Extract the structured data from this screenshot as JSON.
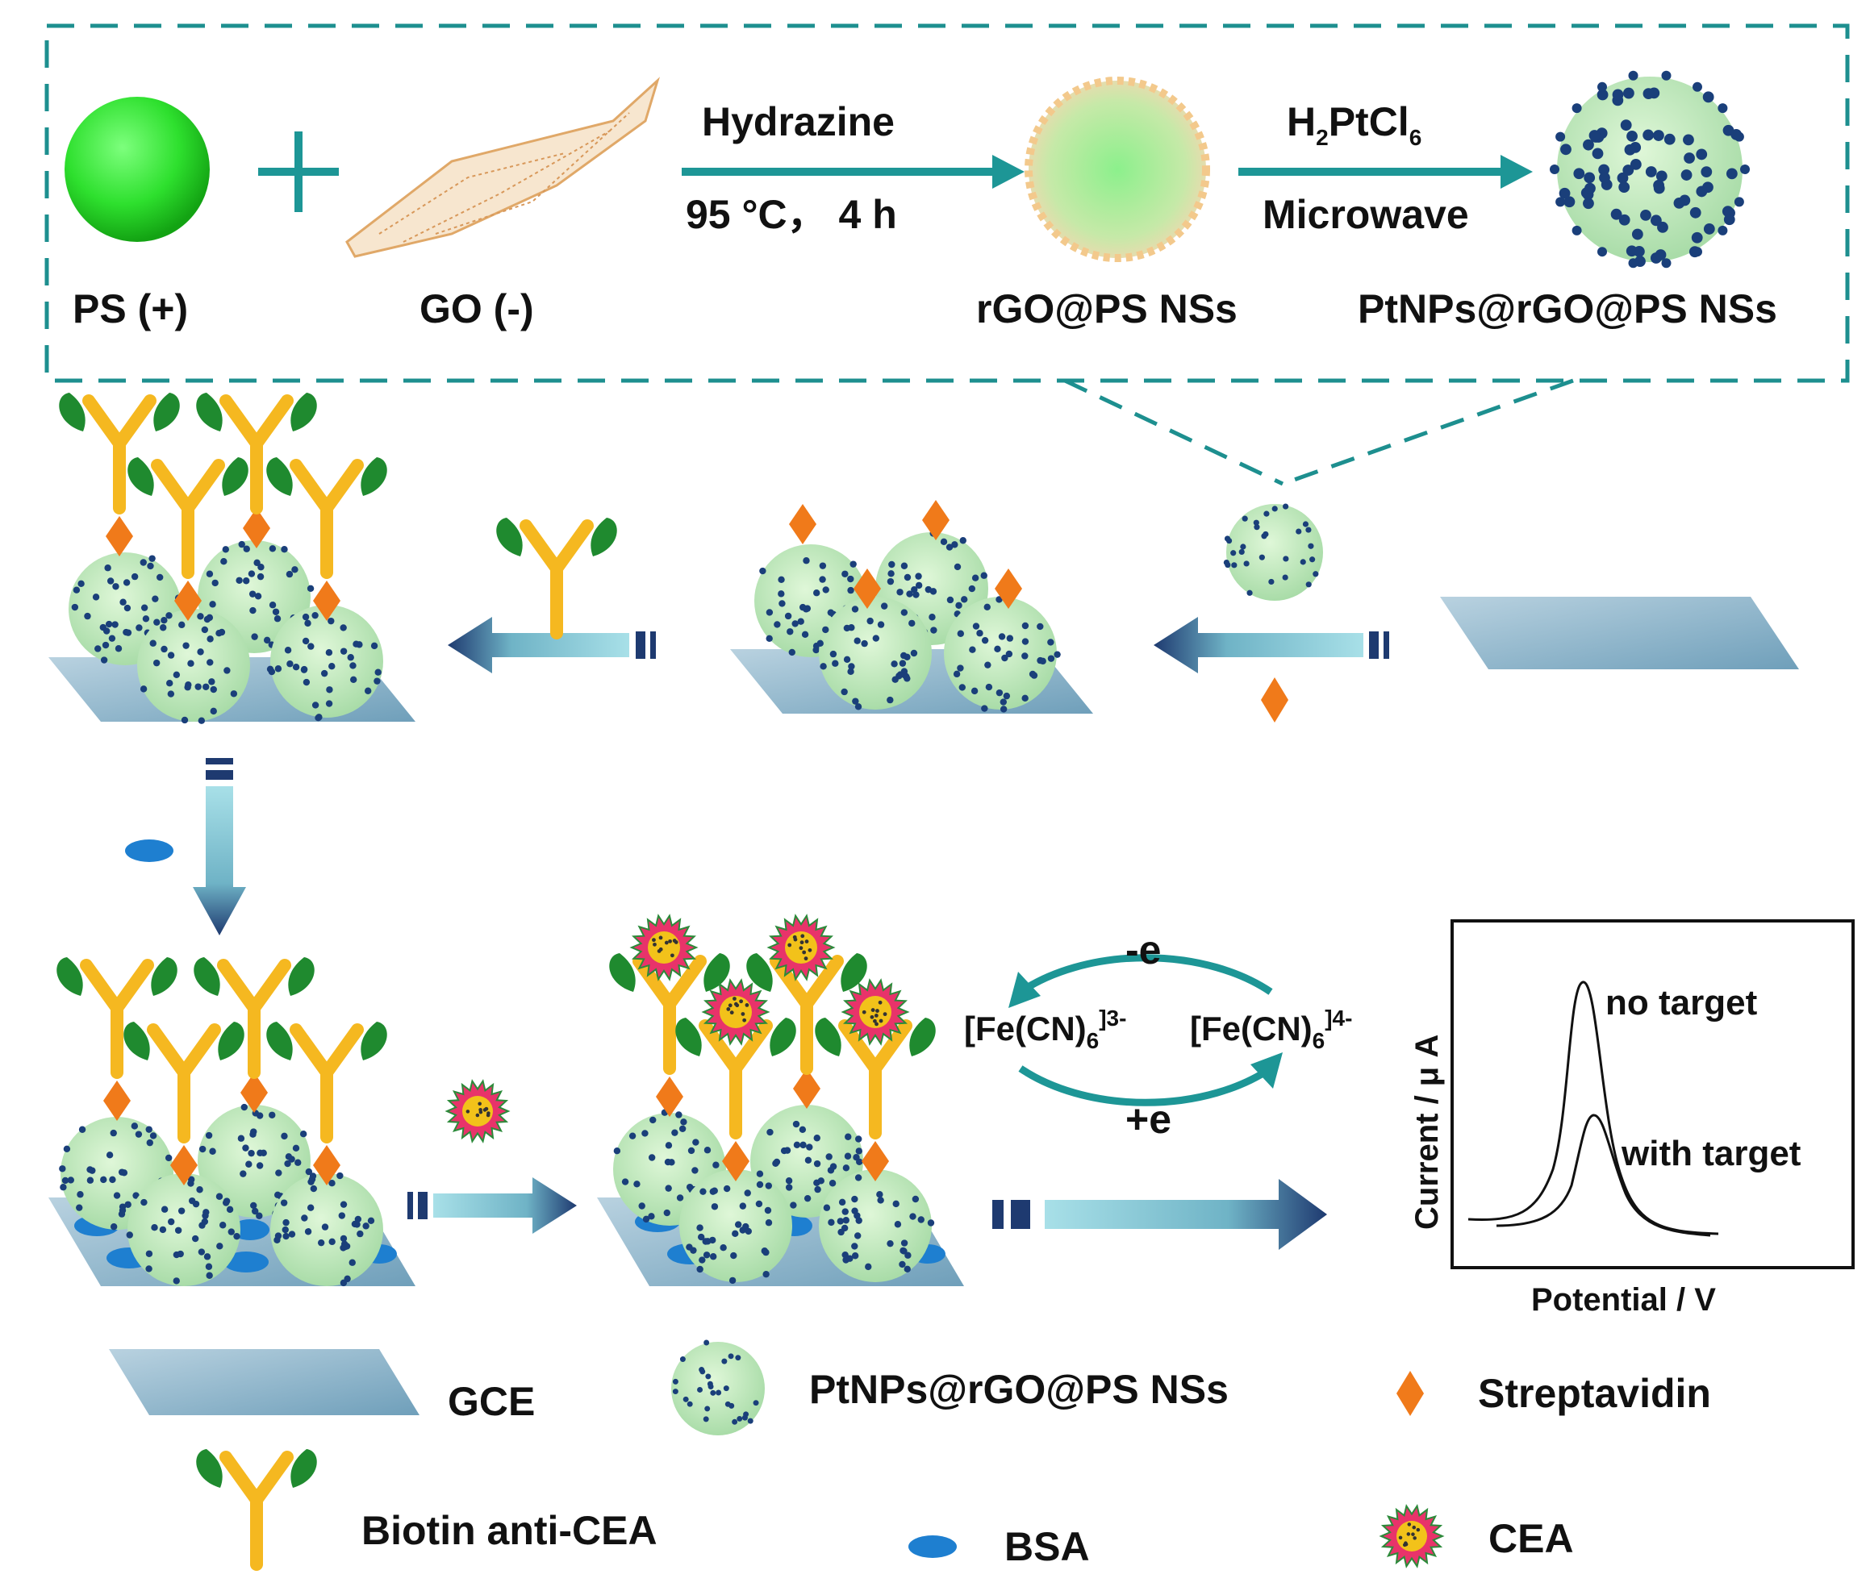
{
  "synthesis": {
    "ps_label": "PS (+)",
    "go_label": "GO (-)",
    "step1_reagent": "Hydrazine",
    "step1_condition": "95 °C， 4 h",
    "rgo_label": "rGO@PS NSs",
    "step2_reagent_main": "H",
    "step2_reagent_sub1": "2",
    "step2_reagent_mid": "PtCl",
    "step2_reagent_sub2": "6",
    "step2_condition": "Microwave",
    "product_label": "PtNPs@rGO@PS NSs"
  },
  "redox": {
    "oxidation": "-e",
    "reduction": "+e",
    "left_species": "[Fe(CN)",
    "left_sub": "6",
    "left_sup": "]3-",
    "right_species": "[Fe(CN)",
    "right_sub": "6",
    "right_sup": "]4-"
  },
  "plot": {
    "ylabel": "Current / μ A",
    "xlabel": "Potential / V",
    "curve1_label": "no target",
    "curve2_label": "with  target"
  },
  "legend": {
    "gce": "GCE",
    "nanospheres": "PtNPs@rGO@PS  NSs",
    "streptavidin": "Streptavidin",
    "antibody": "Biotin anti-CEA",
    "bsa": "BSA",
    "cea": "CEA"
  },
  "colors": {
    "teal": "#1d9696",
    "ps_green": "#2ee02e",
    "streptavidin": "#f07a1a",
    "antibody": "#f5b820",
    "antibody_leaf": "#1f8a2f",
    "bsa": "#1e7fd0",
    "cea": "#e8336a",
    "electrode": "#9fbdd0",
    "pt_dot": "#1a3f7a"
  }
}
